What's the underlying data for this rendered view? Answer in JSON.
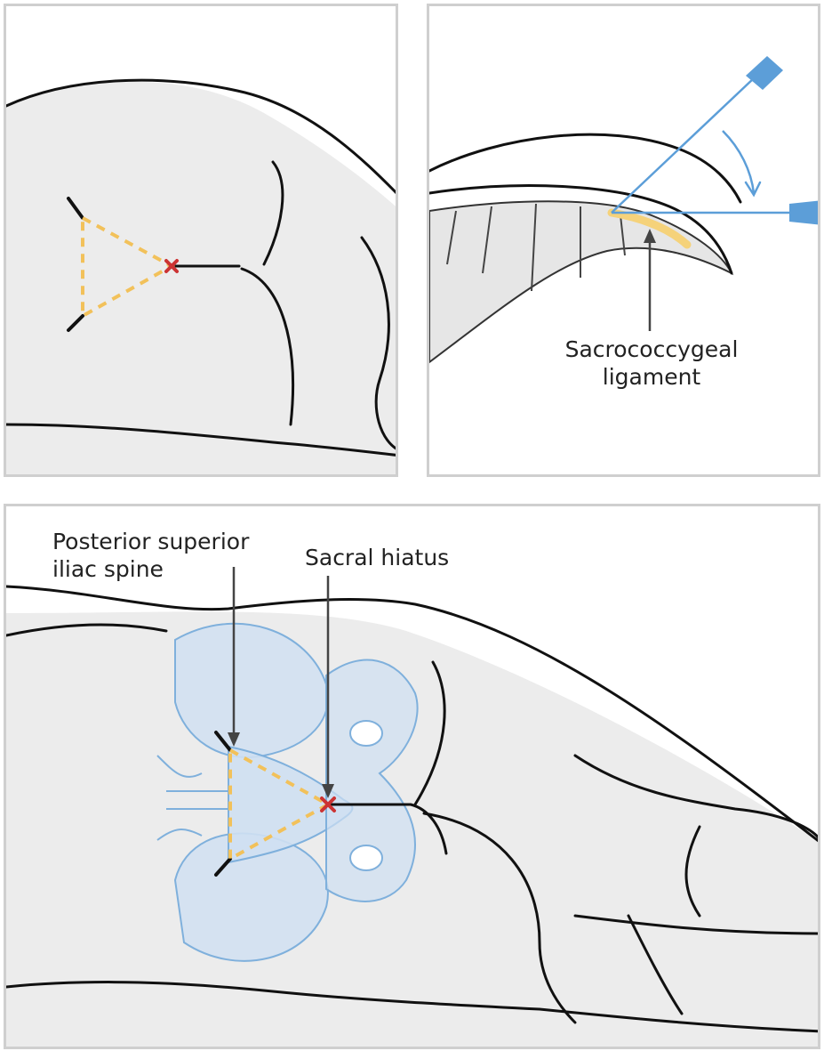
{
  "labels": {
    "sacrococcygeal_ligament": [
      "Sacrococcygeal",
      "ligament"
    ],
    "posterior_superior_iliac_spine": [
      "Posterior superior",
      "iliac spine"
    ],
    "sacral_hiatus": "Sacral hiatus"
  },
  "colors": {
    "outline": "#111111",
    "shadow": "#e2e2e2",
    "panel_border": "#cfcfcf",
    "triangle": "#f2c15a",
    "marker": "#cc3333",
    "bone_fill": "#cfe0f2",
    "bone_stroke": "#7fb0dc",
    "needle": "#5c9ed8",
    "ligament": "#f5d27a",
    "arrow": "#444444"
  }
}
